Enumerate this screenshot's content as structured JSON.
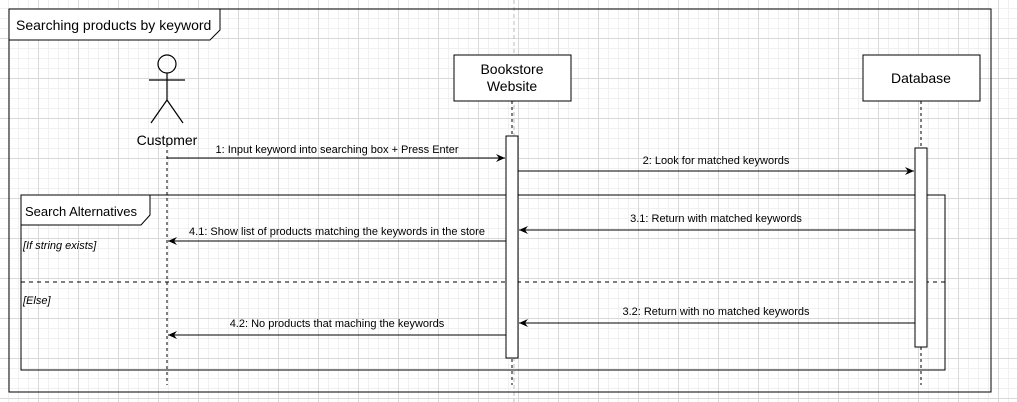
{
  "frame": {
    "title": "Searching products by keyword"
  },
  "participants": {
    "customer": "Customer",
    "website_line1": "Bookstore",
    "website_line2": "Website",
    "database": "Database"
  },
  "fragment": {
    "label": "Search Alternatives",
    "guard_if": "[If string exists]",
    "guard_else": "[Else]"
  },
  "messages": {
    "m1": "1: Input keyword into searching box + Press Enter",
    "m2": "2: Look for matched keywords",
    "m31": "3.1: Return with matched keywords",
    "m41": "4.1: Show list of products matching the keywords in the store",
    "m32": "3.2: Return with no matched keywords",
    "m42": "4.2: No products that maching the keywords"
  },
  "colors": {
    "line": "#000000",
    "grid": "#d9d9d9",
    "background": "#ffffff"
  }
}
